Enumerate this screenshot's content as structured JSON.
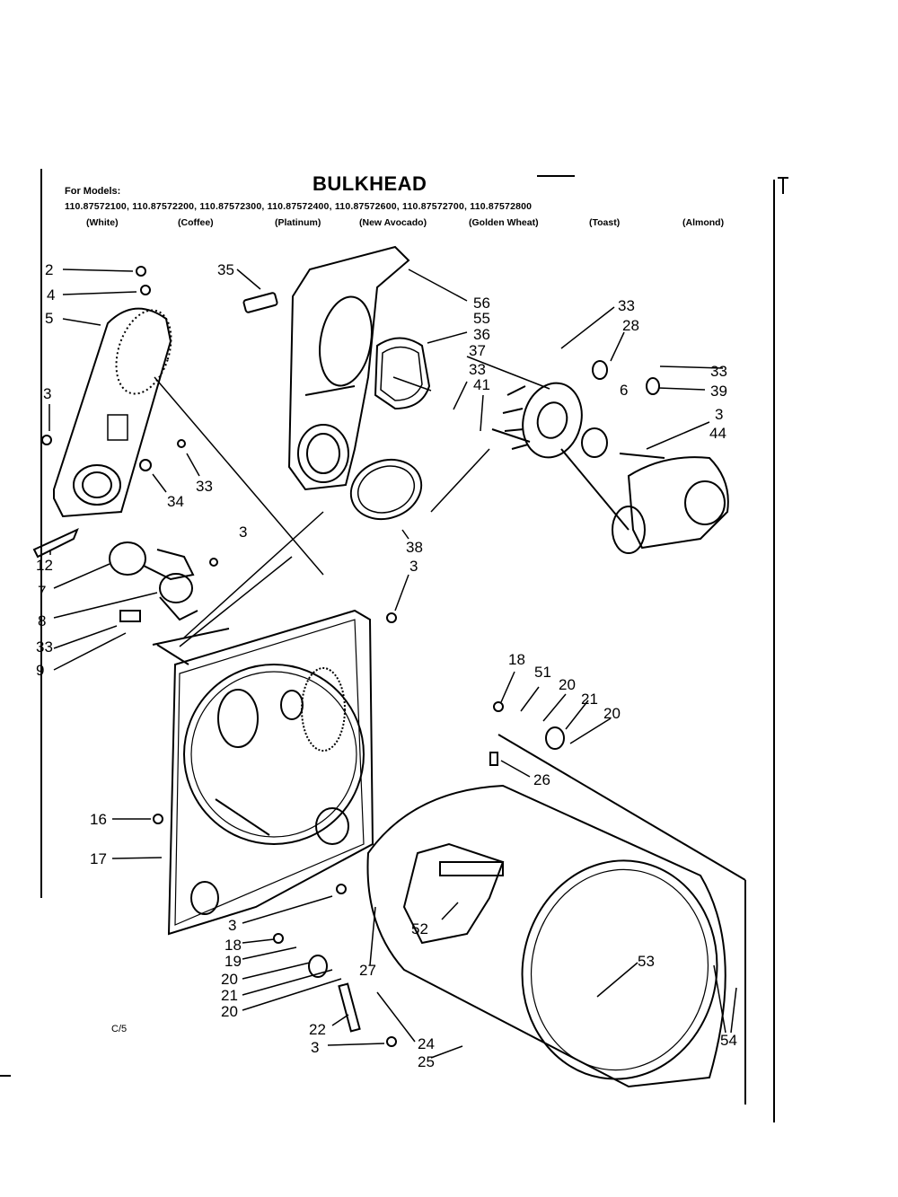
{
  "title": "BULKHEAD",
  "for_models_label": "For Models:",
  "models_line": "110.87572100, 110.87572200, 110.87572300, 110.87572400, 110.87572600, 110.87572700, 110.87572800",
  "colors": [
    "(White)",
    "(Coffee)",
    "(Platinum)",
    "(New Avocado)",
    "(Golden Wheat)",
    "(Toast)",
    "(Almond)"
  ],
  "code_label": "C/5",
  "callouts": [
    "2",
    "4",
    "5",
    "3",
    "33",
    "34",
    "12",
    "7",
    "8",
    "33",
    "9",
    "35",
    "56",
    "55",
    "36",
    "37",
    "33",
    "41",
    "33",
    "28",
    "33",
    "6",
    "39",
    "3",
    "44",
    "3",
    "38",
    "3",
    "18",
    "51",
    "20",
    "21",
    "20",
    "26",
    "16",
    "17",
    "52",
    "53",
    "3",
    "18",
    "19",
    "20",
    "21",
    "20",
    "27",
    "22",
    "3",
    "24",
    "25",
    "54"
  ]
}
